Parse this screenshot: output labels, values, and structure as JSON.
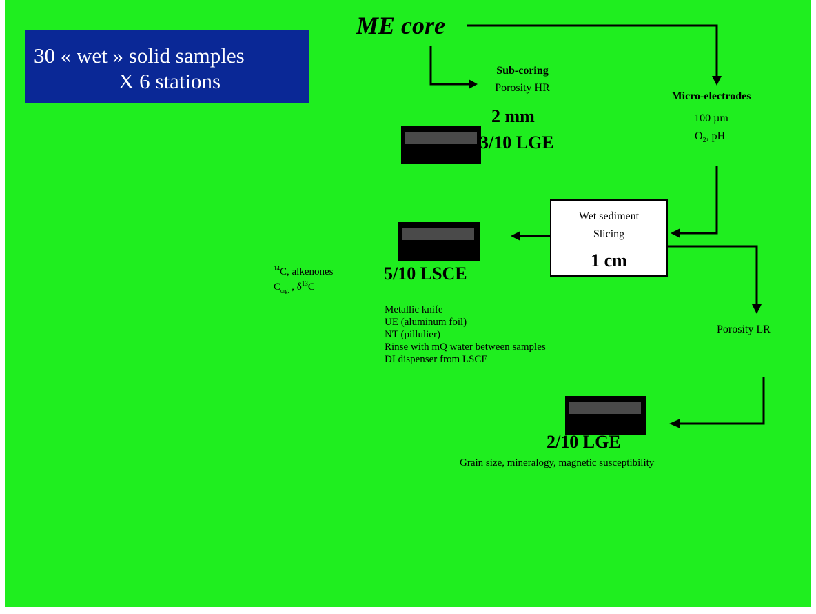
{
  "title": {
    "line1": "30 « wet » solid samples",
    "line2": "X 6 stations"
  },
  "me_core": "ME core",
  "subcoring": {
    "heading": "Sub-coring",
    "label": "Porosity HR",
    "size": "2 mm",
    "share": "3/10 LGE"
  },
  "microelectrodes": {
    "heading": "Micro-electrodes",
    "resolution": "100 µm",
    "params_o": "O",
    "params_o_sub": "2",
    "params_rest": ", pH"
  },
  "wet_sediment": {
    "line1": "Wet sediment",
    "line2": "Slicing",
    "size": "1 cm"
  },
  "lsce": {
    "share": "5/10 LSCE",
    "c14_sup": "14",
    "c14_text": "C, alkenones",
    "corg_main": "C",
    "corg_sub": "org,",
    "corg_sep": " , ",
    "delta": "δ",
    "delta_sup": "13",
    "delta_text": "C",
    "notes": [
      "Metallic knife",
      "UE (aluminum foil)",
      "NT (pillulier)",
      "Rinse with mQ water between samples",
      "DI dispenser from LSCE"
    ]
  },
  "porosity_lr": "Porosity LR",
  "lge2": {
    "share": "2/10 LGE",
    "analyses": "Grain size, mineralogy, magnetic susceptibility"
  },
  "colors": {
    "background": "#1fee1f",
    "title_box": "#0a2896"
  }
}
